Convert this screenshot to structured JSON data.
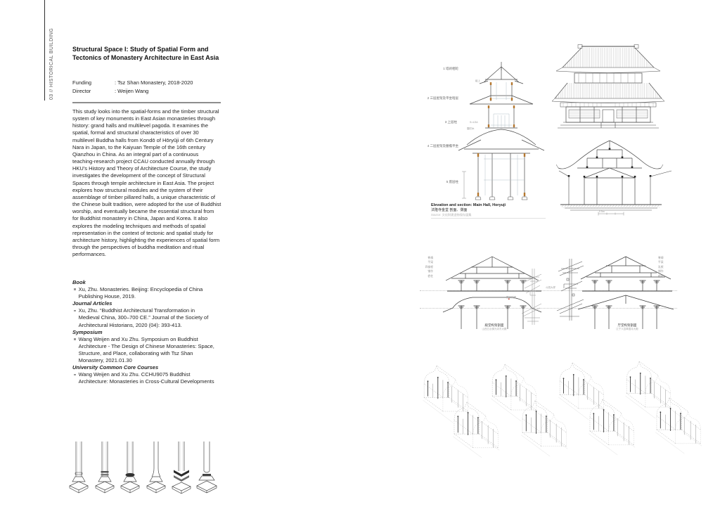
{
  "page": {
    "sidebar": {
      "label": "03 // HISTORICAL BUILDING"
    },
    "header": {
      "title": "Structural Space I: Study of Spatial Form and Tectonics of Monastery Architecture in East Asia",
      "funding_label": "Funding",
      "funding_value": ": Tsz Shan Monastery, 2018-2020",
      "director_label": "Director",
      "director_value": ": Weijen Wang"
    },
    "body_text": "This study looks into the spatial-forms and the timber structural system of key monuments in East Asian monasteries through history: grand halls and multilevel pagoda. It examines the spatial, formal and structural characteristics of over 30 multilevel Buddha halls from Kondō of Hōryūji of 6th Century Nara in Japan, to the Kaiyuan Temple of the 16th century Qianzhou in China. As an integral part of a continuous teaching-research project CCAU conducted annually through HKU's History and Theory of Architecture Course, the study investigates the development of the concept of Structural Spaces through temple architecture in East Asia. The project explores how structural modules and the system of their assemblage of timber pillared halls, a unique characteristic of the Chinese built tradition, were adopted for the use of Buddhist worship, and eventually became the essential structural from for Buddhist monastery in China, Japan and Korea. It also explores the modeling techniques and methods of spatial representation in the context of tectonic and spatial study for architecture history, highlighting the experiences of spatial form through the perspectives of buddha meditation and ritual performances.",
    "publications": [
      {
        "heading": "Book",
        "items": [
          "Xu, Zhu. Monasteries. Beijing: Encyclopedia of China Publishing House, 2019."
        ]
      },
      {
        "heading": "Journal Articles",
        "items": [
          "Xu, Zhu. “Buddhist Architectural Transformation in Medieval China, 300–700 CE.”  Journal of the Society of Architectural Historians, 2020 (04): 393-413."
        ]
      },
      {
        "heading": "Symposium",
        "items": [
          "Wang Weijen and Xu Zhu. Symposium on Buddhist Architecture - The Design of Chinese Monasteries: Space, Structure, and Place, collaborating with Tsz Shan Monastery, 2021.01.30"
        ]
      },
      {
        "heading": "University Common Core Courses",
        "items": [
          "Wang Weijen and Xu Zhu. CCHU9075 Buddhist Architecture: Monasteries in Cross-Cultural Developments"
        ]
      }
    ],
    "figures": {
      "pagoda": {
        "labels": [
          "1 塔刹相轮",
          "2 三层屋架及平坐暗层",
          "3 上层柱",
          "4 二层屋架及腰檐平坐",
          "5 底层柱"
        ],
        "dim_label": "S=1/3A",
        "micro1": "組上",
        "micro2": "雲肘木",
        "caption_en": "Elevation and section: Main Hall, Horyuji",
        "caption_zh": "法隆寺金堂 剖面、側面",
        "source": "Source: 文化財建造物保存図集"
      },
      "hall": {
        "dim_label": "0  5m"
      },
      "sections": {
        "left_labels": [
          "脊槫",
          "平梁",
          "四椽栿",
          "铺作",
          "檐柱"
        ],
        "right_labels": [
          "脊槫",
          "平梁",
          "乳栿",
          "铺作",
          "檐柱"
        ],
        "eave_label": "檐口详图",
        "eave_label2": "斗栱大样",
        "left_caption": "殿堂构架剖面",
        "left_caption_sub": "山西五台佛光寺东大殿",
        "right_caption": "厅堂构架剖面",
        "right_caption_sub": "辽宁义县奉国寺大殿"
      }
    },
    "accent_colors": {
      "timber_orange": "#b5772e",
      "line_gray": "#4a4a4a",
      "faint_blue": "#aeb9c2"
    }
  }
}
